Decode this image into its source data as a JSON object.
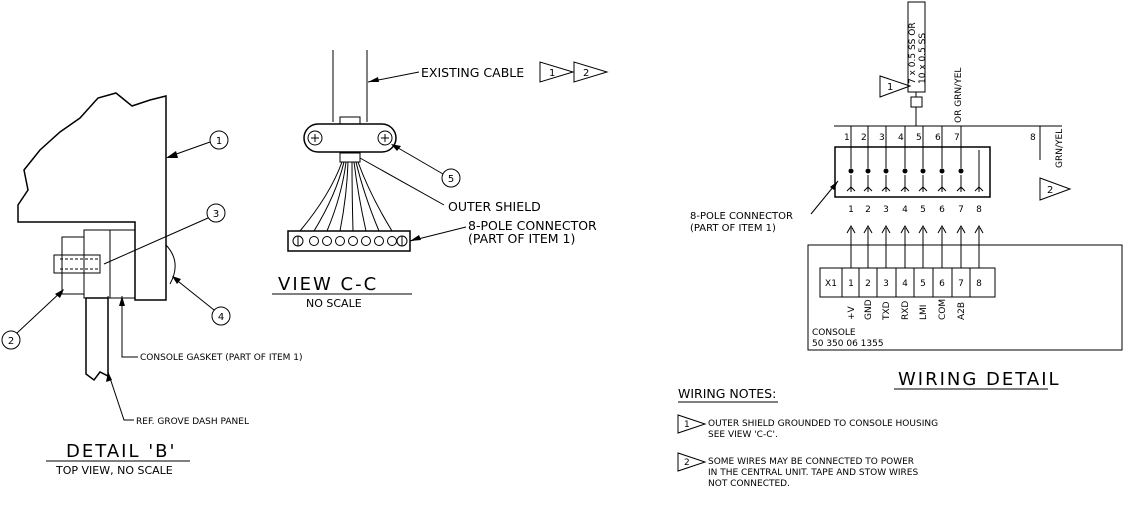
{
  "detail_b": {
    "title": "DETAIL 'B'",
    "subtitle": "TOP VIEW, NO SCALE",
    "item_1": "1",
    "item_2": "2",
    "item_3": "3",
    "item_4": "4",
    "gasket_label": "CONSOLE GASKET (PART OF ITEM 1)",
    "dash_panel_label": "REF. GROVE DASH PANEL"
  },
  "view_cc": {
    "title": "VIEW C-C",
    "subtitle": "NO SCALE",
    "existing_cable_label": "EXISTING CABLE",
    "note_flag_1": "1",
    "note_flag_2": "2",
    "item_5": "5",
    "outer_shield_label": "OUTER SHIELD",
    "connector_label": "8-POLE CONNECTOR",
    "connector_sub": "(PART OF ITEM 1)"
  },
  "wiring": {
    "title": "WIRING DETAIL",
    "cable_spec_1": "7 x 0.5 SS OR",
    "cable_spec_2": "10 x 0.5 SS",
    "note_flag_1": "1",
    "note_flag_2": "2",
    "or_grn_yel": "OR GRN/YEL",
    "grn_yel": "GRN/YEL",
    "pin_8_top": "8",
    "top_pins": [
      "1",
      "2",
      "3",
      "4",
      "5",
      "6",
      "7"
    ],
    "plug_pins": [
      "1",
      "2",
      "3",
      "4",
      "5",
      "6",
      "7",
      "8"
    ],
    "connector_label": "8-POLE CONNECTOR",
    "connector_sub": "(PART OF ITEM 1)",
    "terminal_block": {
      "x1_label": "X1",
      "pins": [
        "1",
        "2",
        "3",
        "4",
        "5",
        "6",
        "7",
        "8"
      ],
      "signals": [
        "+V",
        "GND",
        "TXD",
        "RXD",
        "LMI",
        "COM",
        "A2B",
        ""
      ]
    },
    "console_label": "CONSOLE",
    "console_part_no": "50 350 06 1355"
  },
  "notes": {
    "heading": "WIRING NOTES:",
    "items": [
      {
        "flag": "1",
        "line1": "OUTER SHIELD GROUNDED TO CONSOLE HOUSING",
        "line2": "SEE VIEW 'C-C'.",
        "line3": ""
      },
      {
        "flag": "2",
        "line1": "SOME WIRES MAY BE CONNECTED TO POWER",
        "line2": "IN THE CENTRAL UNIT. TAPE AND STOW WIRES",
        "line3": "NOT CONNECTED."
      }
    ]
  }
}
